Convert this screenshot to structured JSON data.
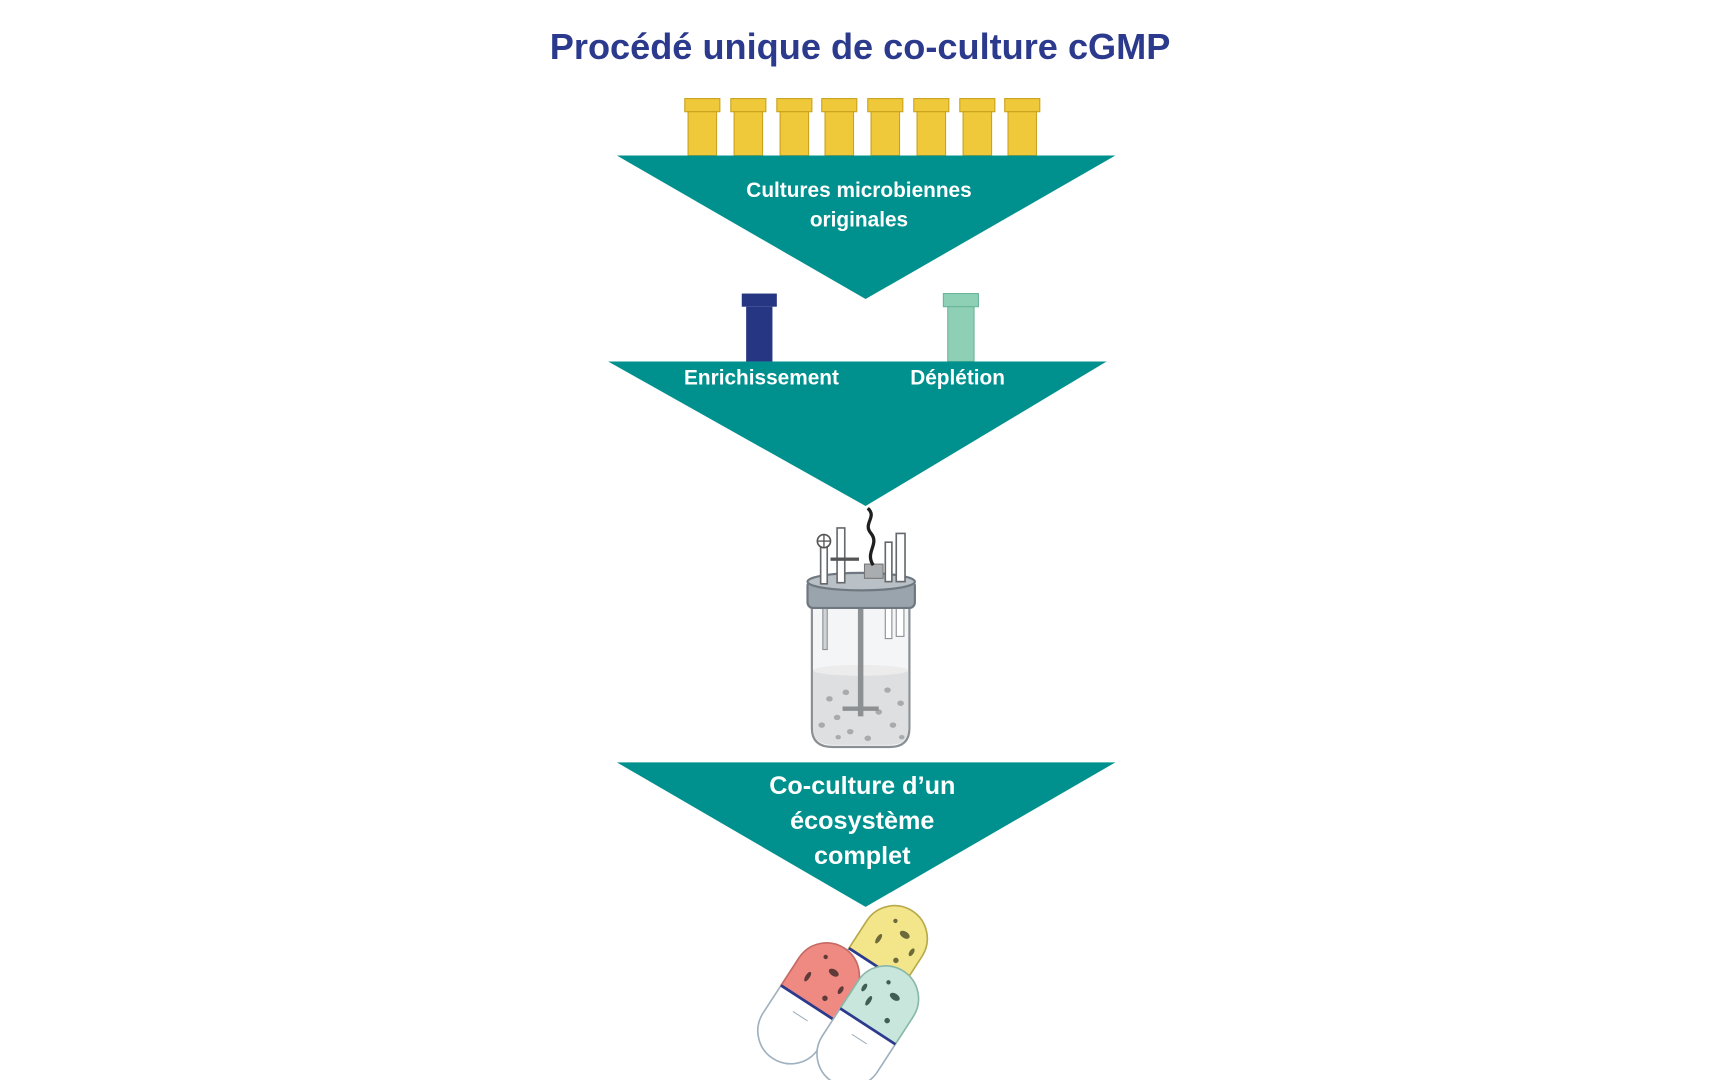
{
  "title": "Procédé unique de co-culture cGMP",
  "colors": {
    "title": "#2b3a8c",
    "arrow": "#00918e",
    "tube_yellow": "#f0c93a",
    "tube_navy": "#263683",
    "tube_mint": "#8ed0b6",
    "capsule_red": "#ee8a82",
    "capsule_yellow": "#f3e58a",
    "capsule_mint": "#c8e6dc"
  },
  "stages": {
    "cultures": {
      "lines": [
        "Cultures microbiennes",
        "originales"
      ]
    },
    "selection": {
      "enrichment": "Enrichissement",
      "depletion": "Déplétion"
    },
    "coculture": {
      "lines": [
        "Co-culture d’un",
        "écosystème",
        "complet"
      ]
    }
  },
  "icons": [
    "test-tube-icon",
    "bioreactor-icon",
    "capsule-icon"
  ]
}
